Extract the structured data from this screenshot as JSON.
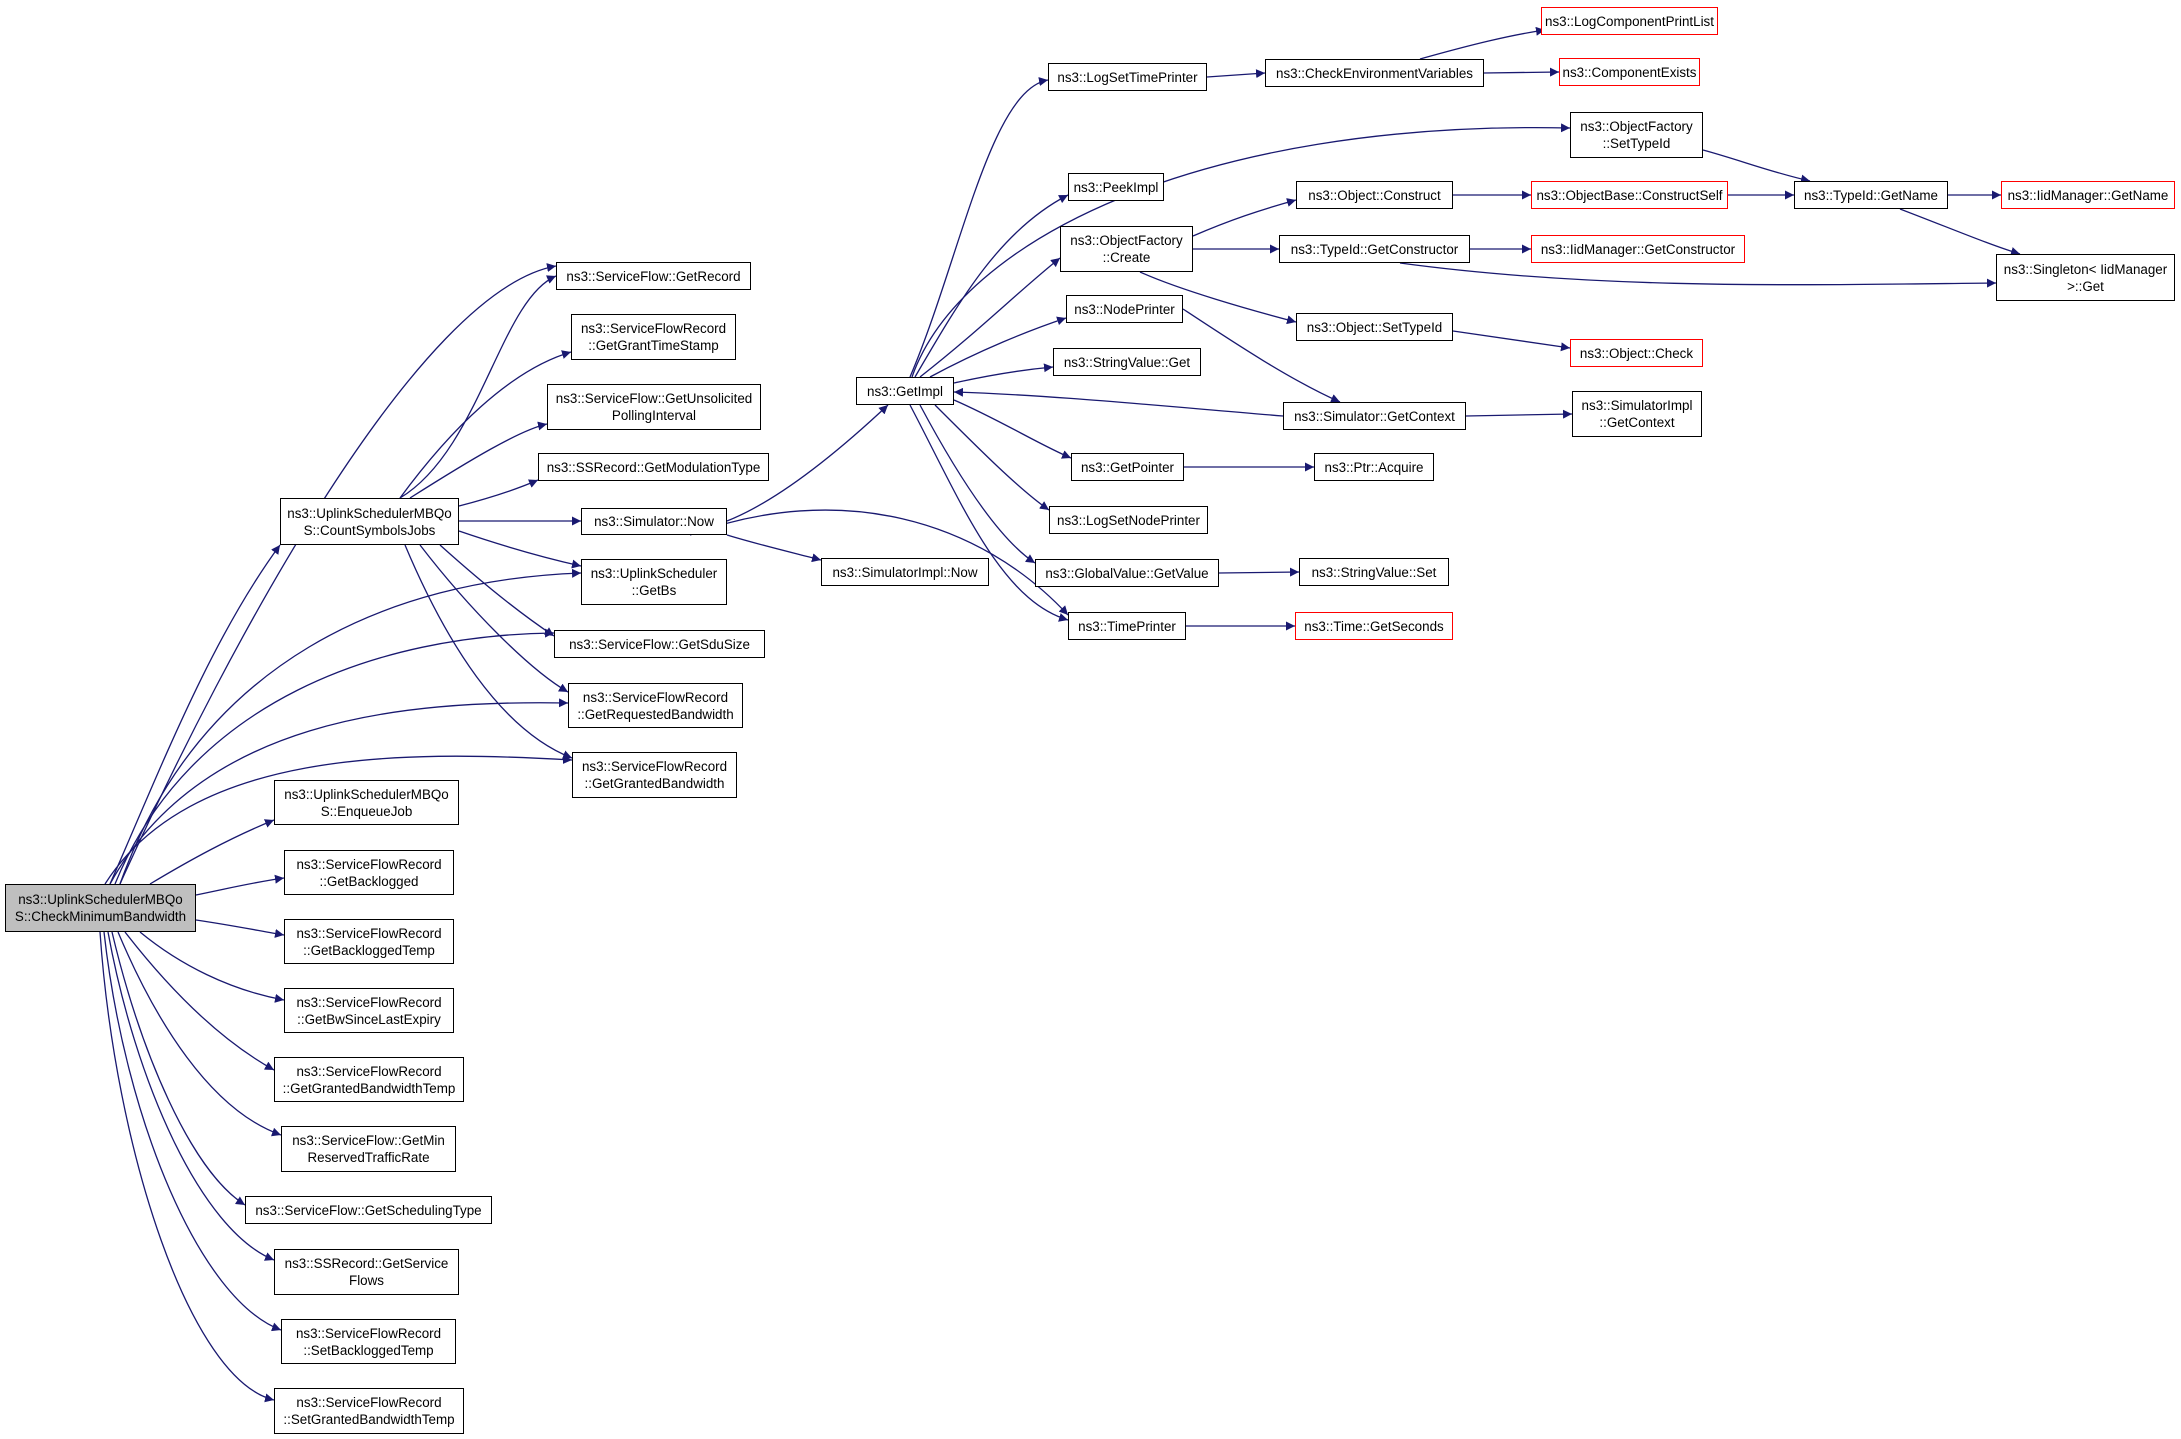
{
  "colors": {
    "edge": "#191970",
    "border": "#000000",
    "truncated_border": "#ff0000",
    "root_fill": "#bfbfbf",
    "background": "#ffffff"
  },
  "nodes": {
    "root": {
      "label": "ns3::UplinkSchedulerMBQo\nS::CheckMinimumBandwidth"
    },
    "count": {
      "label": "ns3::UplinkSchedulerMBQo\nS::CountSymbolsJobs"
    },
    "enqueue": {
      "label": "ns3::UplinkSchedulerMBQo\nS::EnqueueJob"
    },
    "getBacklogged": {
      "label": "ns3::ServiceFlowRecord\n::GetBacklogged"
    },
    "getBackloggedTemp": {
      "label": "ns3::ServiceFlowRecord\n::GetBackloggedTemp"
    },
    "getBwSince": {
      "label": "ns3::ServiceFlowRecord\n::GetBwSinceLastExpiry"
    },
    "getGrantedBwTemp": {
      "label": "ns3::ServiceFlowRecord\n::GetGrantedBandwidthTemp"
    },
    "getMinReserved": {
      "label": "ns3::ServiceFlow::GetMin\nReservedTrafficRate"
    },
    "getSchedType": {
      "label": "ns3::ServiceFlow::GetSchedulingType"
    },
    "getServiceFlows": {
      "label": "ns3::SSRecord::GetService\nFlows"
    },
    "setBackloggedTemp": {
      "label": "ns3::ServiceFlowRecord\n::SetBackloggedTemp"
    },
    "setGrantedBwTemp": {
      "label": "ns3::ServiceFlowRecord\n::SetGrantedBandwidthTemp"
    },
    "getRecord": {
      "label": "ns3::ServiceFlow::GetRecord"
    },
    "getGrantTS": {
      "label": "ns3::ServiceFlowRecord\n::GetGrantTimeStamp"
    },
    "getUnsolicited": {
      "label": "ns3::ServiceFlow::GetUnsolicited\nPollingInterval"
    },
    "getModulation": {
      "label": "ns3::SSRecord::GetModulationType"
    },
    "simNow": {
      "label": "ns3::Simulator::Now"
    },
    "getBs": {
      "label": "ns3::UplinkScheduler\n::GetBs"
    },
    "getSduSize": {
      "label": "ns3::ServiceFlow::GetSduSize"
    },
    "getReqBw": {
      "label": "ns3::ServiceFlowRecord\n::GetRequestedBandwidth"
    },
    "getGrantedBw": {
      "label": "ns3::ServiceFlowRecord\n::GetGrantedBandwidth"
    },
    "simImplNow": {
      "label": "ns3::SimulatorImpl::Now"
    },
    "getImpl": {
      "label": "ns3::GetImpl"
    },
    "logSetTime": {
      "label": "ns3::LogSetTimePrinter"
    },
    "peekImpl": {
      "label": "ns3::PeekImpl"
    },
    "ofCreate": {
      "label": "ns3::ObjectFactory\n::Create"
    },
    "nodePrinter": {
      "label": "ns3::NodePrinter"
    },
    "strGet": {
      "label": "ns3::StringValue::Get"
    },
    "getPointer": {
      "label": "ns3::GetPointer"
    },
    "logSetNode": {
      "label": "ns3::LogSetNodePrinter"
    },
    "gvGetValue": {
      "label": "ns3::GlobalValue::GetValue"
    },
    "timePrinter": {
      "label": "ns3::TimePrinter"
    },
    "checkEnv": {
      "label": "ns3::CheckEnvironmentVariables"
    },
    "logCompList": {
      "label": "ns3::LogComponentPrintList"
    },
    "compExists": {
      "label": "ns3::ComponentExists"
    },
    "ofSetTypeId": {
      "label": "ns3::ObjectFactory\n::SetTypeId"
    },
    "objConstruct": {
      "label": "ns3::Object::Construct"
    },
    "tidGetCtor": {
      "label": "ns3::TypeId::GetConstructor"
    },
    "objSetTypeId": {
      "label": "ns3::Object::SetTypeId"
    },
    "simGetContext": {
      "label": "ns3::Simulator::GetContext"
    },
    "ptrAcquire": {
      "label": "ns3::Ptr::Acquire"
    },
    "strSet": {
      "label": "ns3::StringValue::Set"
    },
    "timeGetSeconds": {
      "label": "ns3::Time::GetSeconds"
    },
    "objBaseCS": {
      "label": "ns3::ObjectBase::ConstructSelf"
    },
    "iidGetCtor": {
      "label": "ns3::IidManager::GetConstructor"
    },
    "objCheck": {
      "label": "ns3::Object::Check"
    },
    "simImplGetCtx": {
      "label": "ns3::SimulatorImpl\n::GetContext"
    },
    "tidGetName": {
      "label": "ns3::TypeId::GetName"
    },
    "iidGetName": {
      "label": "ns3::IidManager::GetName"
    },
    "singletonGet": {
      "label": "ns3::Singleton< IidManager\n>::Get"
    }
  }
}
